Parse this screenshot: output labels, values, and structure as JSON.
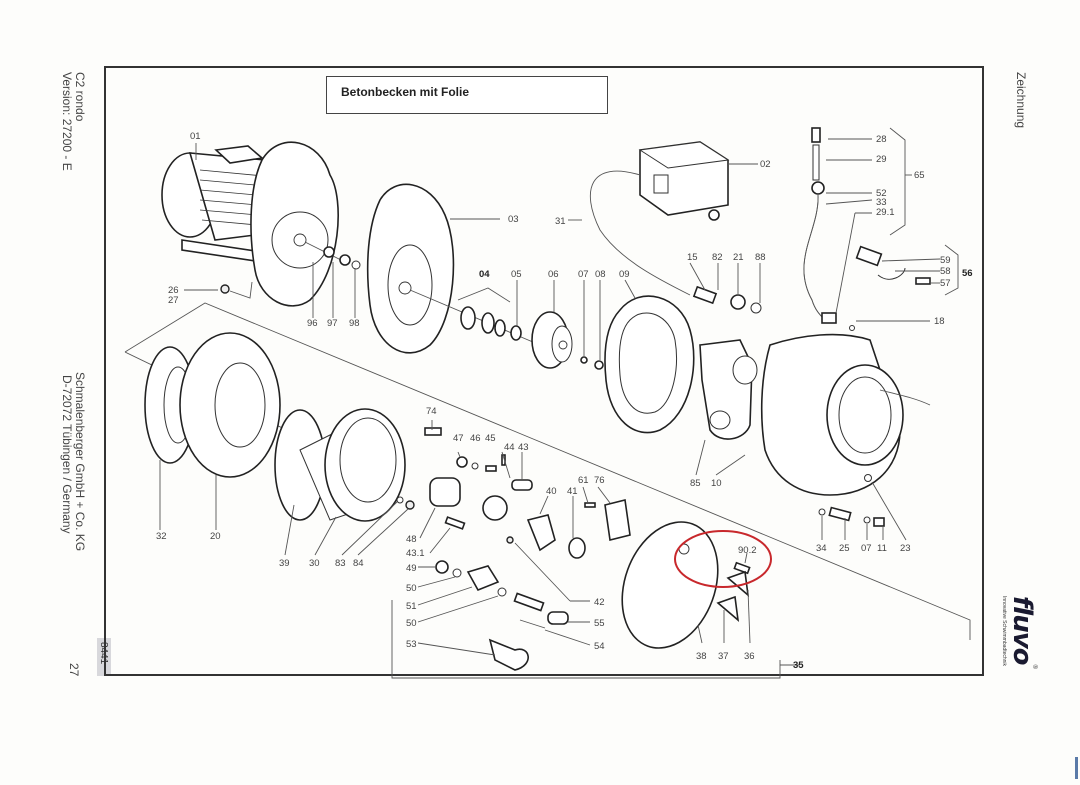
{
  "page": {
    "side_left_top": [
      "C2 rondo",
      "Version: 27200 - E"
    ],
    "side_left_bottom": [
      "Schmalenberger GmbH + Co. KG",
      "D-72072 Tübingen / Germany"
    ],
    "page_number": "27",
    "doc_number": "8441",
    "side_right_top": "Zeichnung",
    "logo": {
      "word": "fluvo",
      "registered": "®",
      "tagline": "Innovative Schwimmbadtechnik"
    }
  },
  "title": "Betonbecken mit Folie",
  "highlight": {
    "label": "90.2",
    "color": "#c8282c"
  },
  "labels": {
    "p01": "01",
    "p02": "02",
    "p03": "03",
    "p04": "04",
    "p05": "05",
    "p06": "06",
    "p07": "07",
    "p08": "08",
    "p09": "09",
    "p10": "10",
    "p11": "11",
    "p07b": "07",
    "p15": "15",
    "p18": "18",
    "p20": "20",
    "p21": "21",
    "p23": "23",
    "p25": "25",
    "p26": "26",
    "p27": "27",
    "p28": "28",
    "p29": "29",
    "p29_1": "29.1",
    "p30": "30",
    "p31": "31",
    "p32": "32",
    "p33": "33",
    "p34": "34",
    "p35": "35",
    "p36": "36",
    "p37": "37",
    "p38": "38",
    "p39": "39",
    "p40": "40",
    "p41": "41",
    "p42": "42",
    "p43": "43",
    "p43_1": "43.1",
    "p44": "44",
    "p45": "45",
    "p46": "46",
    "p47": "47",
    "p48": "48",
    "p49": "49",
    "p50a": "50",
    "p50b": "50",
    "p51": "51",
    "p52": "52",
    "p53": "53",
    "p54": "54",
    "p55": "55",
    "p56": "56",
    "p57": "57",
    "p58": "58",
    "p59": "59",
    "p61": "61",
    "p65": "65",
    "p74": "74",
    "p76": "76",
    "p82": "82",
    "p83": "83",
    "p84": "84",
    "p85": "85",
    "p88": "88",
    "p90_2": "90.2",
    "p96": "96",
    "p97": "97",
    "p98": "98"
  }
}
